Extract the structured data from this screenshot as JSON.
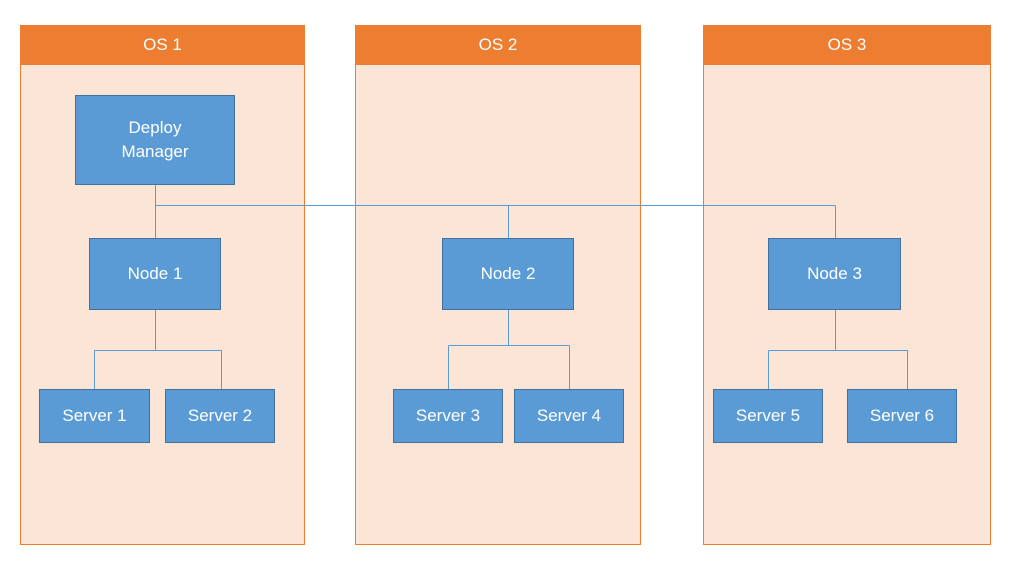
{
  "colors": {
    "os_header": "#ed7d31",
    "os_panel": "#fbe5d6",
    "box_fill": "#5b9bd5",
    "box_border": "#41719c",
    "connector": "#5b9bd5"
  },
  "os_panels": [
    {
      "title": "OS 1",
      "manager": "Deploy\nManager",
      "node": "Node 1",
      "servers": [
        "Server 1",
        "Server 2"
      ]
    },
    {
      "title": "OS 2",
      "node": "Node 2",
      "servers": [
        "Server 3",
        "Server 4"
      ]
    },
    {
      "title": "OS 3",
      "node": "Node 3",
      "servers": [
        "Server 5",
        "Server 6"
      ]
    }
  ],
  "connections": [
    {
      "from": "Deploy Manager",
      "to": "Node 1"
    },
    {
      "from": "Deploy Manager",
      "to": "Node 2"
    },
    {
      "from": "Deploy Manager",
      "to": "Node 3"
    },
    {
      "from": "Node 1",
      "to": "Server 1"
    },
    {
      "from": "Node 1",
      "to": "Server 2"
    },
    {
      "from": "Node 2",
      "to": "Server 3"
    },
    {
      "from": "Node 2",
      "to": "Server 4"
    },
    {
      "from": "Node 3",
      "to": "Server 5"
    },
    {
      "from": "Node 3",
      "to": "Server 6"
    }
  ]
}
